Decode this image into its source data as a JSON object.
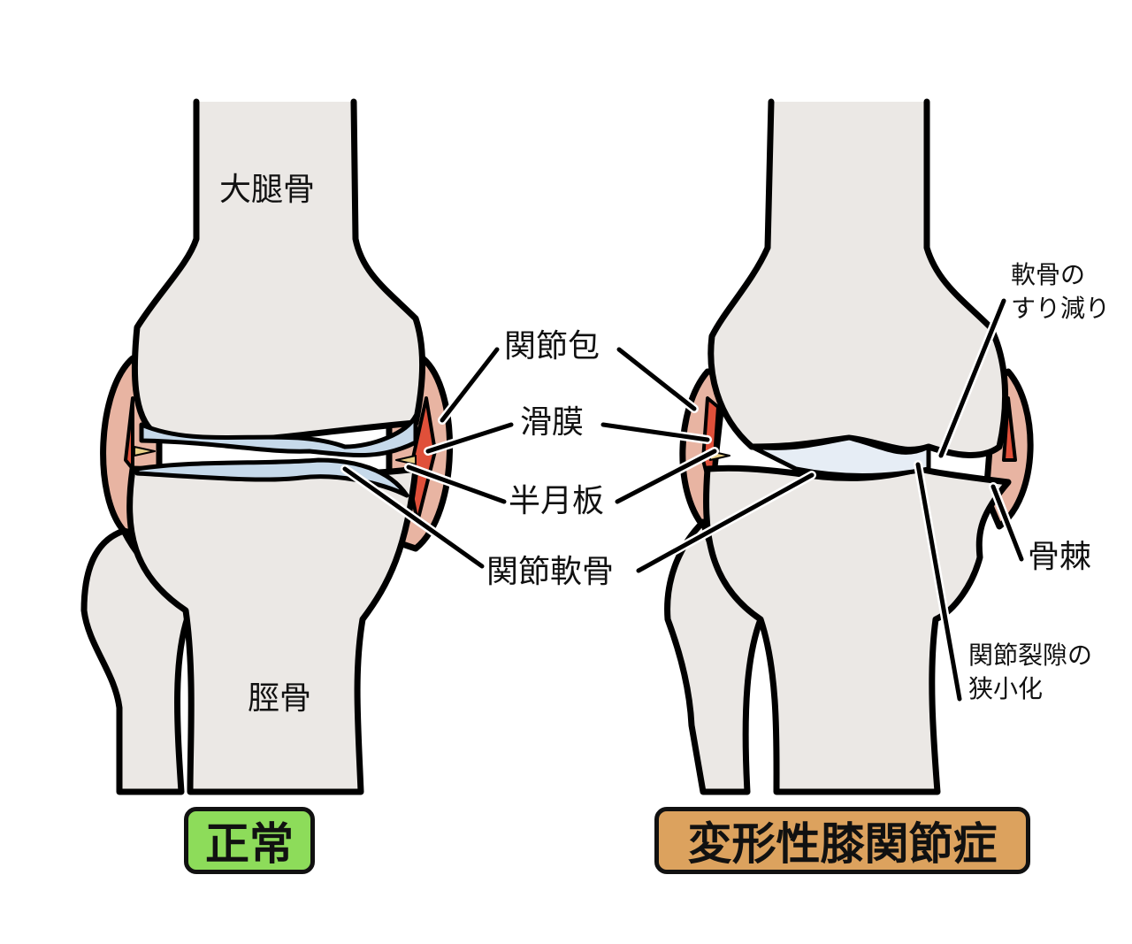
{
  "normal": {
    "title": "正常",
    "femur": "大腿骨",
    "tibia": "脛骨"
  },
  "center_labels": {
    "capsule": "関節包",
    "synovium": "滑膜",
    "meniscus": "半月板",
    "cartilage": "関節軟骨"
  },
  "oa": {
    "title": "変形性膝関節症",
    "cartilage_wear_1": "軟骨の",
    "cartilage_wear_2": "すり減り",
    "osteophyte": "骨棘",
    "gap_narrowing_1": "関節裂隙の",
    "gap_narrowing_2": "狭小化"
  },
  "colors": {
    "bone": "#ebe8e5",
    "capsule": "#e8b4a2",
    "synovium": "#e0503a",
    "cartilage": "#c6d9ea",
    "meniscus": "#e8cf86",
    "normal_badge": "#8ddc5a",
    "oa_badge": "#dca25e"
  }
}
